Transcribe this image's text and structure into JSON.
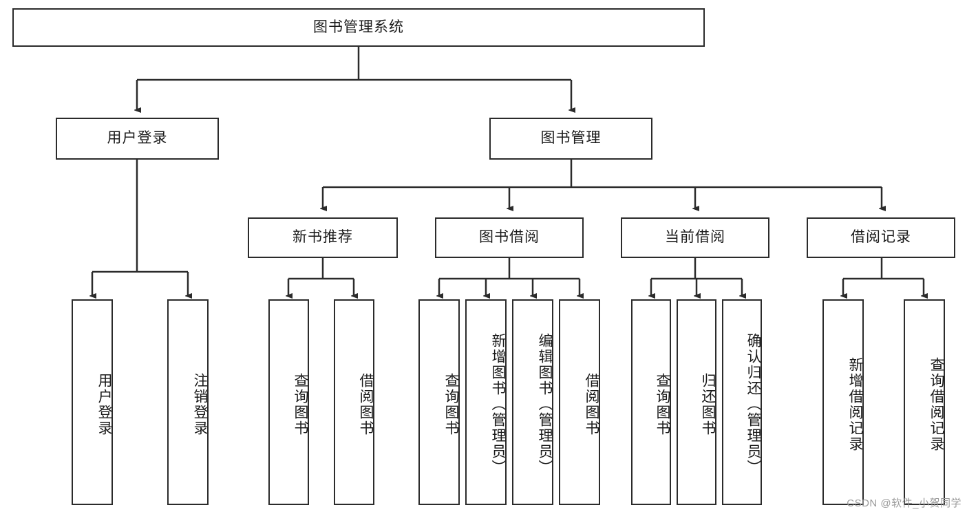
{
  "diagram": {
    "title": "图书管理系统",
    "type": "tree-hierarchy",
    "root": {
      "label": "图书管理系统"
    },
    "level2": [
      {
        "label": "用户登录"
      },
      {
        "label": "图书管理"
      }
    ],
    "level3": [
      {
        "label": "新书推荐"
      },
      {
        "label": "图书借阅"
      },
      {
        "label": "当前借阅"
      },
      {
        "label": "借阅记录"
      }
    ],
    "leaves": {
      "user_login": [
        {
          "label": "用户登录"
        },
        {
          "label": "注销登录"
        }
      ],
      "new_book_recommend": [
        {
          "label": "查询图书"
        },
        {
          "label": "借阅图书"
        }
      ],
      "book_borrow": [
        {
          "label": "查询图书"
        },
        {
          "label": "新增图书（管理员）"
        },
        {
          "label": "编辑图书（管理员）"
        },
        {
          "label": "借阅图书"
        }
      ],
      "current_borrow": [
        {
          "label": "查询图书"
        },
        {
          "label": "归还图书"
        },
        {
          "label": "确认归还（管理员）"
        }
      ],
      "borrow_record": [
        {
          "label": "新增借阅记录"
        },
        {
          "label": "查询借阅记录"
        }
      ]
    }
  },
  "watermark": {
    "text": "CSDN @软件_小贺同学"
  },
  "colors": {
    "stroke": "#2b2b2b",
    "fill": "#ffffff",
    "text": "#1a1a1a",
    "watermark": "#9a9a9a"
  }
}
